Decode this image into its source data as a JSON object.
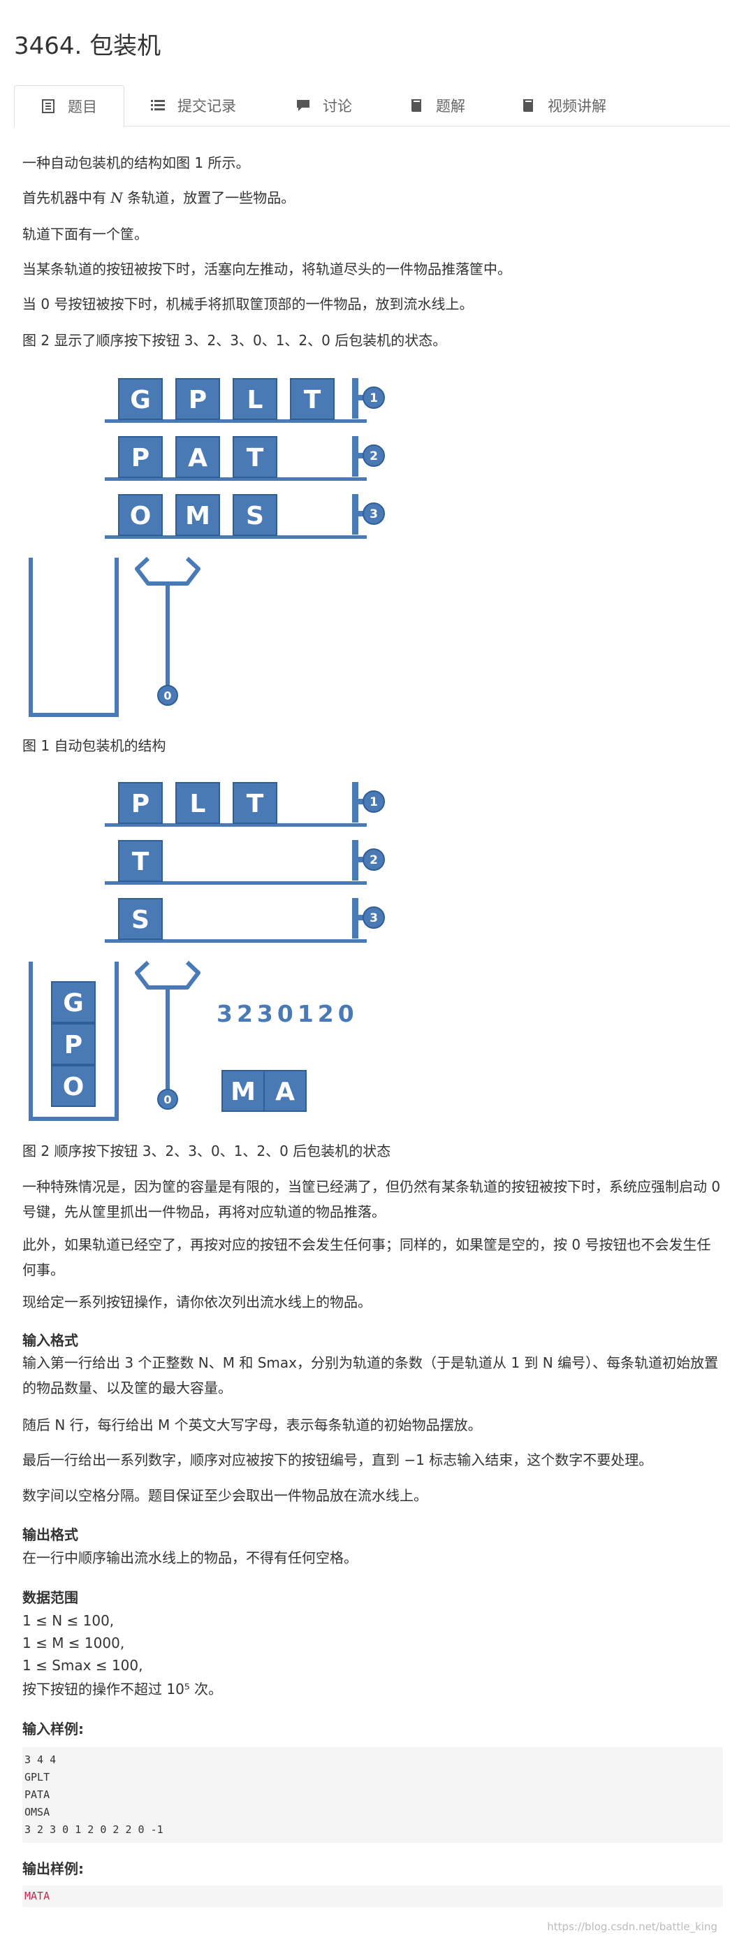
{
  "problem": {
    "title": "3464. 包装机"
  },
  "tabs": [
    {
      "label": "题目",
      "icon": "document-icon",
      "active": true
    },
    {
      "label": "提交记录",
      "icon": "list-icon"
    },
    {
      "label": "讨论",
      "icon": "chat-bubble-icon"
    },
    {
      "label": "题解",
      "icon": "book-icon"
    },
    {
      "label": "视频讲解",
      "icon": "book-icon"
    }
  ],
  "desc": {
    "p1": "一种自动包装机的结构如图 1 所示。",
    "p2_a": "首先机器中有 ",
    "p2_var": "N",
    "p2_b": " 条轨道，放置了一些物品。",
    "p3": "轨道下面有一个筐。",
    "p4": "当某条轨道的按钮被按下时，活塞向左推动，将轨道尽头的一件物品推落筐中。",
    "p5": "当 0 号按钮被按下时，机械手将抓取筐顶部的一件物品，放到流水线上。",
    "p6": "图 2 显示了顺序按下按钮 3、2、3、0、1、2、0 后包装机的状态。"
  },
  "figure1": {
    "tracks": [
      {
        "items": [
          "G",
          "P",
          "L",
          "T"
        ],
        "button": "1"
      },
      {
        "items": [
          "P",
          "A",
          "T"
        ],
        "button": "2"
      },
      {
        "items": [
          "O",
          "M",
          "S"
        ],
        "button": "3"
      }
    ],
    "arm_button": "0",
    "caption": "图 1 自动包装机的结构"
  },
  "figure2": {
    "tracks": [
      {
        "items": [
          "P",
          "L",
          "T"
        ],
        "button": "1"
      },
      {
        "items": [
          "T"
        ],
        "button": "2"
      },
      {
        "items": [
          "S"
        ],
        "button": "3"
      }
    ],
    "basket": [
      "G",
      "P",
      "O"
    ],
    "arm_button": "0",
    "sequence": "3230120",
    "conveyor": [
      "M",
      "A"
    ],
    "caption": "图 2 顺序按下按钮 3、2、3、0、1、2、0 后包装机的状态"
  },
  "rules": {
    "p7": "一种特殊情况是，因为筐的容量是有限的，当筐已经满了，但仍然有某条轨道的按钮被按下时，系统应强制启动 0 号键，先从筐里抓出一件物品，再将对应轨道的物品推落。",
    "p8": "此外，如果轨道已经空了，再按对应的按钮不会发生任何事；同样的，如果筐是空的，按 0 号按钮也不会发生任何事。",
    "p9": "现给定一系列按钮操作，请你依次列出流水线上的物品。"
  },
  "input_format": {
    "heading": "输入格式",
    "p1": "输入第一行给出 3 个正整数 N、M 和 Smax，分别为轨道的条数（于是轨道从 1 到 N 编号）、每条轨道初始放置的物品数量、以及筐的最大容量。",
    "p2": "随后 N 行，每行给出 M 个英文大写字母，表示每条轨道的初始物品摆放。",
    "p3": "最后一行给出一系列数字，顺序对应被按下的按钮编号，直到 −1 标志输入结束，这个数字不要处理。",
    "p4": "数字间以空格分隔。题目保证至少会取出一件物品放在流水线上。"
  },
  "output_format": {
    "heading": "输出格式",
    "p1": "在一行中顺序输出流水线上的物品，不得有任何空格。"
  },
  "range": {
    "heading": "数据范围",
    "l1": "1 ≤ N ≤ 100,",
    "l2": "1 ≤ M ≤ 1000,",
    "l3": "1 ≤ Smax ≤ 100,",
    "l4": "按下按钮的操作不超过 10⁵ 次。"
  },
  "sample_input": {
    "heading": "输入样例:",
    "lines": [
      "3 4 4",
      "GPLT",
      "PATA",
      "OMSA",
      "3 2 3 0 1 2 0 2 2 0 -1"
    ]
  },
  "sample_output": {
    "heading": "输出样例:",
    "lines": [
      "MATA"
    ]
  },
  "watermark": "https://blog.csdn.net/battle_king",
  "colors": {
    "accent": "#4a7ab5",
    "output_text": "#c7254e",
    "code_bg": "#f5f5f5"
  }
}
